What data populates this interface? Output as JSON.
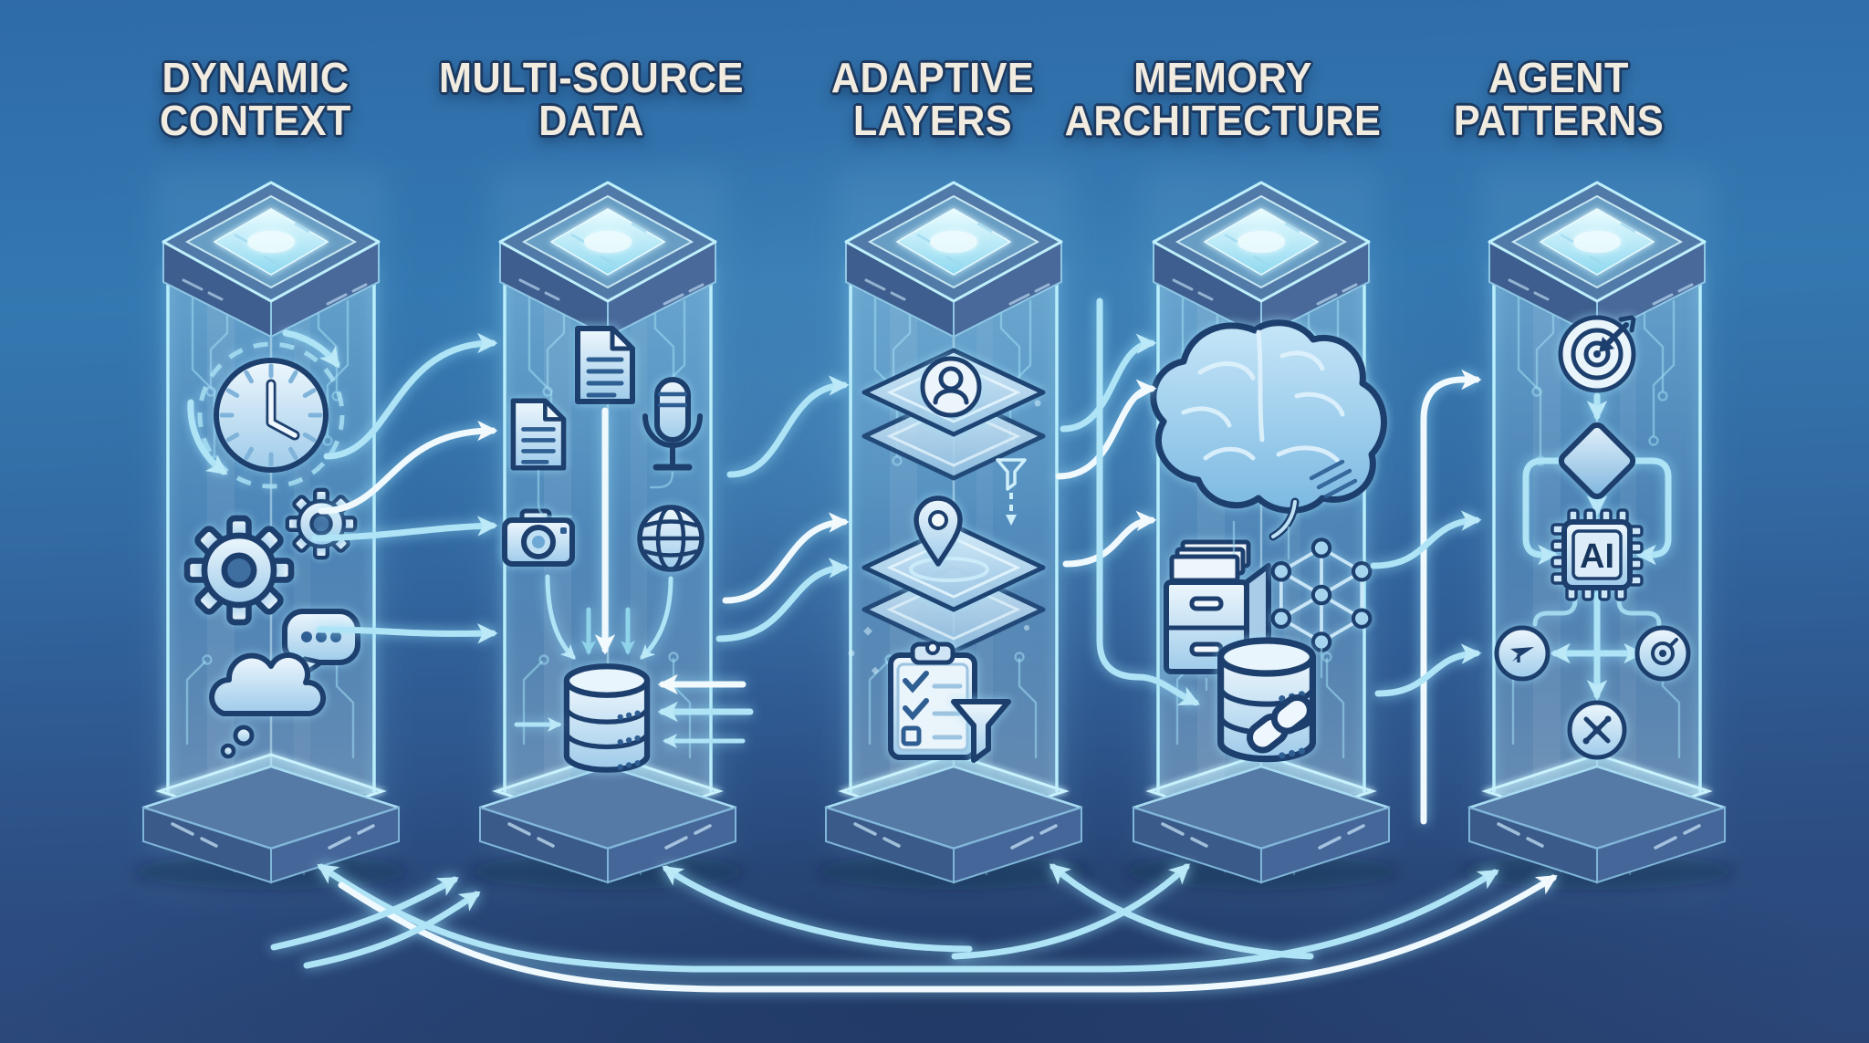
{
  "figure": {
    "type": "infographic-diagram",
    "background_colors": [
      "#2e6ba7",
      "#3478b1",
      "#2b4577"
    ],
    "accent_colors": {
      "glow_cyan": "#aee4f6",
      "arrow_white": "#f0f9fd",
      "icon_outline": "#1d3f6e",
      "glass_edge": "#b9eefb",
      "title_text": "#f1ebe0",
      "title_outline": "#1c3a61"
    }
  },
  "pillars": [
    {
      "id": "dynamic-context",
      "title_line1": "DYNAMIC",
      "title_line2": "CONTEXT",
      "icons": [
        "clock-refresh-icon",
        "gear-large-icon",
        "gear-small-icon",
        "chat-bubble-icon",
        "cloud-thought-icon"
      ]
    },
    {
      "id": "multi-source-data",
      "title_line1": "MULTI-SOURCE",
      "title_line2": "DATA",
      "icons": [
        "document-icon",
        "document-icon",
        "microphone-icon",
        "camera-icon",
        "globe-icon",
        "database-icon"
      ]
    },
    {
      "id": "adaptive-layers",
      "title_line1": "ADAPTIVE",
      "title_line2": "LAYERS",
      "icons": [
        "layer-avatar-icon",
        "mini-funnel-icon",
        "layer-pin-icon",
        "clipboard-checklist-icon",
        "funnel-icon"
      ]
    },
    {
      "id": "memory-architecture",
      "title_line1": "MEMORY",
      "title_line2": "ARCHITECTURE",
      "icons": [
        "brain-icon",
        "file-cabinet-icon",
        "network-graph-icon",
        "database-chain-icon"
      ]
    },
    {
      "id": "agent-patterns",
      "title_line1": "AGENT",
      "title_line2": "PATTERNS",
      "chip_label": "AI",
      "icons": [
        "target-dart-icon",
        "decision-diamond-icon",
        "ai-chip-icon",
        "send-node-icon",
        "target-node-icon",
        "tools-node-icon"
      ]
    }
  ]
}
